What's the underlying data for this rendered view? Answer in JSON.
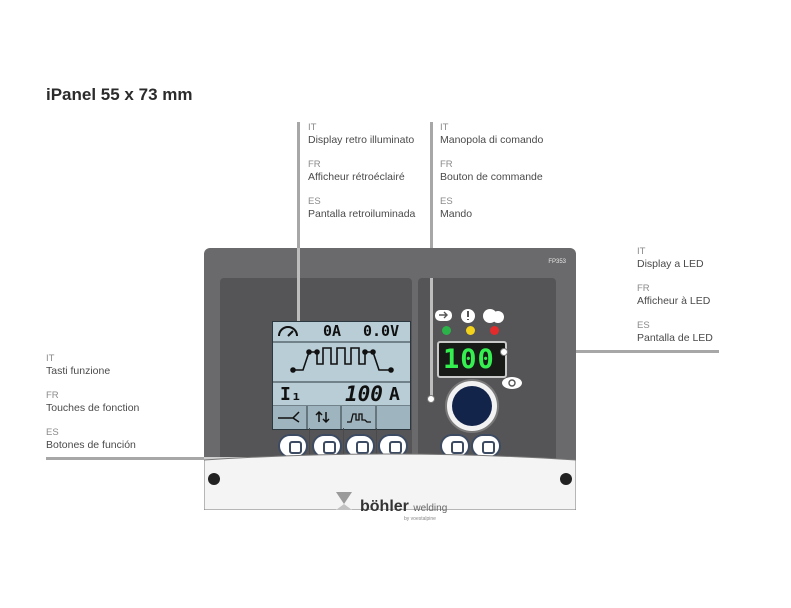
{
  "title": "iPanel 55 x 73 mm",
  "model": "FP353",
  "labels": {
    "display": {
      "it_code": "IT",
      "it": "Display retro illuminato",
      "fr_code": "FR",
      "fr": "Afficheur rétroéclairé",
      "es_code": "ES",
      "es": "Pantalla retroiluminada"
    },
    "knob": {
      "it_code": "IT",
      "it": "Manopola di comando",
      "fr_code": "FR",
      "fr": "Bouton de commande",
      "es_code": "ES",
      "es": "Mando"
    },
    "led": {
      "it_code": "IT",
      "it": "Display a LED",
      "fr_code": "FR",
      "fr": "Afficheur à LED",
      "es_code": "ES",
      "es": "Pantalla de LED"
    },
    "keys": {
      "it_code": "IT",
      "it": "Tasti funzione",
      "fr_code": "FR",
      "fr": "Touches de fonction",
      "es_code": "ES",
      "es": "Botones de función"
    }
  },
  "lcd": {
    "top_current": "0A",
    "top_voltage": "0.0V",
    "param_symbol": "I₁",
    "param_value": "100",
    "param_unit": "A"
  },
  "led_display": {
    "value": "100"
  },
  "indicators": [
    {
      "color": "#2bb34a"
    },
    {
      "color": "#f2d21b"
    },
    {
      "color": "#e32b2b"
    }
  ],
  "brand": {
    "name": "böhler",
    "sub": "welding",
    "tagline": "by voestalpine"
  },
  "colors": {
    "panel": "#6a6a6c",
    "lcd": "#b8cdd6",
    "led": "#34ef4f",
    "knob": "#13244b"
  }
}
